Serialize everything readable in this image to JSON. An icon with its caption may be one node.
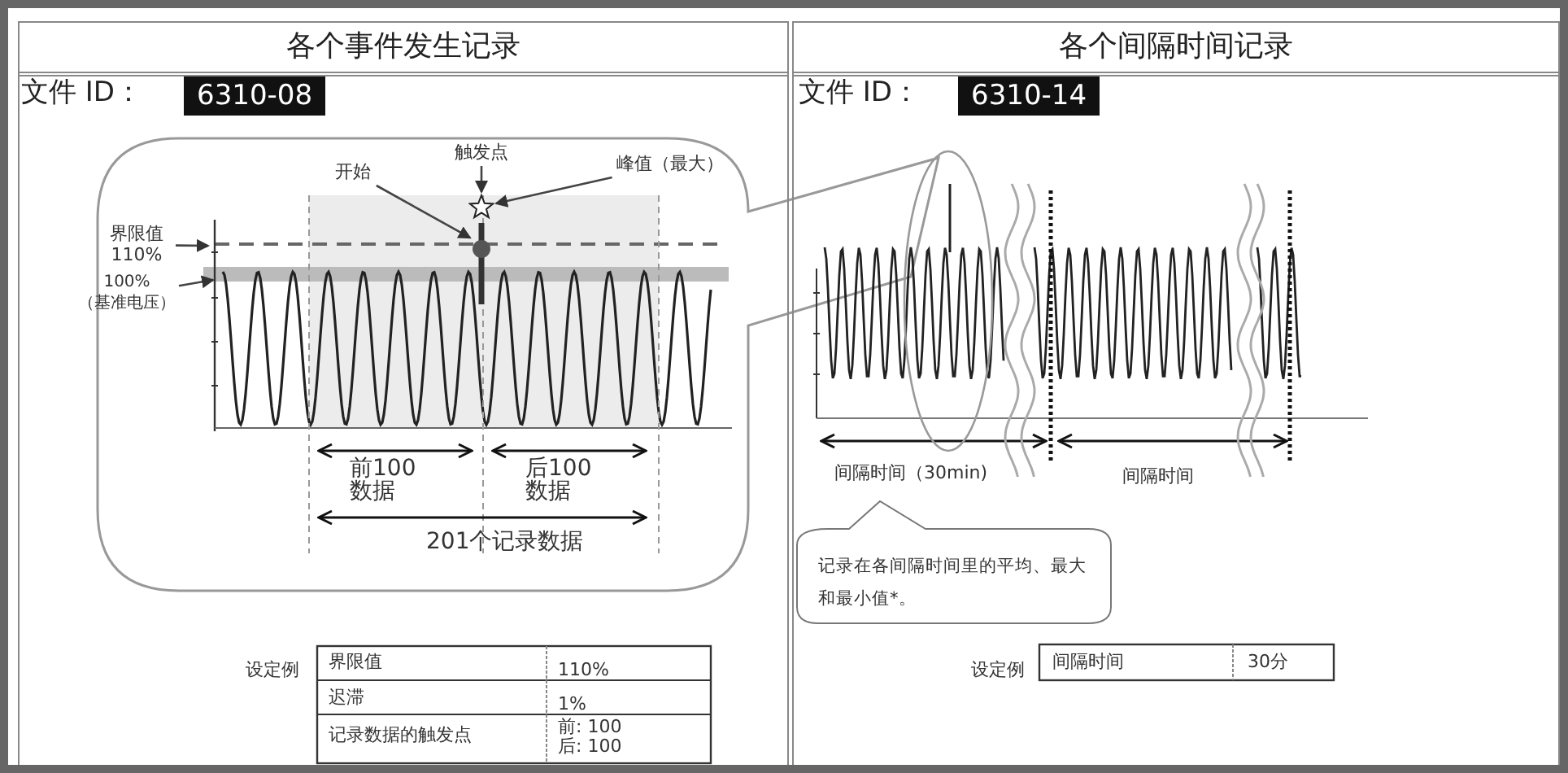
{
  "diagram": {
    "nodes": [
      {
        "text": [
          "各个事件发生记录"
        ]
      },
      {
        "text": [
          "各个间隔时间记录"
        ]
      },
      {
        "text": [
          "开始"
        ],
        "in": 0
      },
      {
        "text": [
          "触发点"
        ],
        "in": 0
      },
      {
        "text": [
          "峰值（最大）"
        ],
        "in": 0
      },
      {
        "text": [],
        "shape": "circle",
        "in": 0
      },
      {
        "text": [],
        "shape": "star",
        "in": 0
      },
      {
        "text": [
          "界限值 110%"
        ],
        "in": 0
      },
      {
        "text": [
          "100%",
          "（基准电压）"
        ],
        "in": 0
      },
      {
        "text": [
          "记录在各间隔时间里的平均、最大和最小值*。"
        ],
        "in": 1
      }
    ],
    "edges": [
      {
        "from": 2,
        "to": 5,
        "arrow": "to"
      },
      {
        "from": 3,
        "to": 6,
        "arrow": "to"
      },
      {
        "from": 4,
        "to": 6,
        "arrow": "to"
      },
      {
        "from": 7,
        "to": null,
        "arrow": "to"
      },
      {
        "from": 8,
        "to": null,
        "arrow": "to"
      }
    ],
    "labels": [
      "文件 ID：",
      "6310-08",
      "前100 数据",
      "后100 数据",
      "201个记录数据",
      "设定例",
      "界限值",
      "110%",
      "迟滞",
      "1%",
      "记录数据的触发点",
      "前: 100 后: 100",
      "文件 ID：",
      "6310-14",
      "间隔时间（30min)",
      "间隔时间",
      "设定例",
      "间隔时间",
      "30分"
    ]
  }
}
